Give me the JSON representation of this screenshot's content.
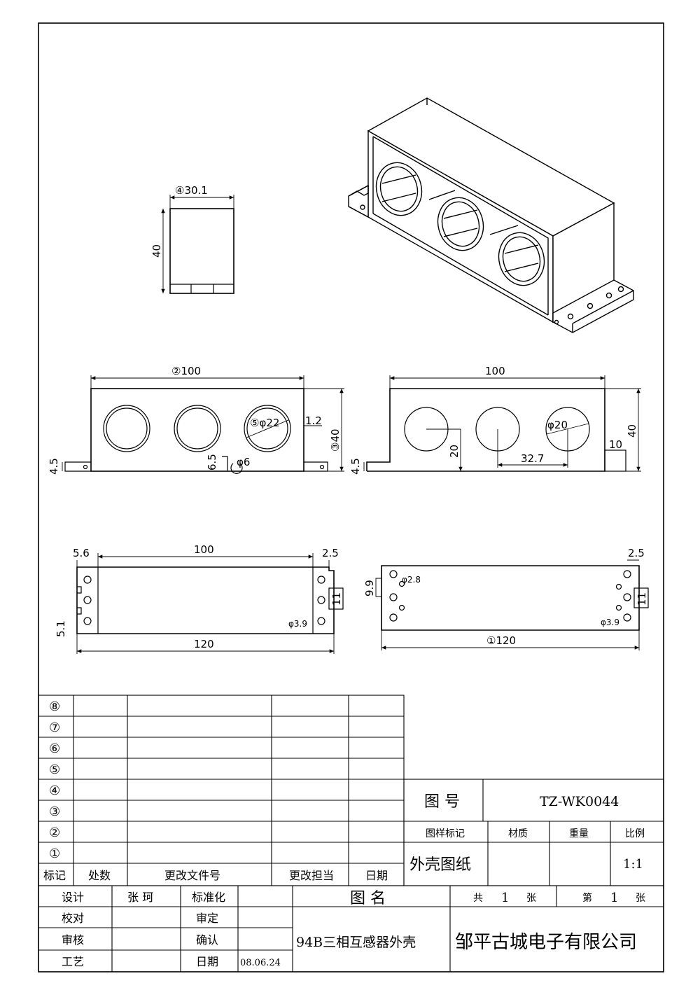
{
  "views": {
    "side": {
      "width": "④30.1",
      "height": "40"
    },
    "front": {
      "overall": "②100",
      "hole": "⑤φ22",
      "wall": "1.2",
      "height": "③40",
      "flange": "4.5",
      "tab": "6.5",
      "pin": "φ6"
    },
    "rear": {
      "overall": "100",
      "hole": "φ20",
      "hole_center_h": "20",
      "pitch": "32.7",
      "notch": "10",
      "height": "40",
      "flange": "4.5"
    },
    "bottom_left": {
      "inner": "100",
      "overall": "120",
      "edge": "5.6",
      "edge2": "2.5",
      "end": "5.1",
      "slot": "11",
      "hole": "φ3.9"
    },
    "bottom_right": {
      "overall": "①120",
      "edge": "2.5",
      "gap": "9.9",
      "small_hole": "φ2.8",
      "slot": "11",
      "hole": "φ3.9"
    }
  },
  "revision_table": {
    "rows": [
      "⑧",
      "⑦",
      "⑥",
      "⑤",
      "④",
      "③",
      "②",
      "①"
    ],
    "headers": [
      "标记",
      "处数",
      "更改文件号",
      "更改担当",
      "日期"
    ]
  },
  "title_block": {
    "drawing_no_label": "图  号",
    "drawing_no": "TZ-WK0044",
    "headers": [
      "图样标记",
      "材质",
      "重量",
      "比例"
    ],
    "drawing_type": "外壳图纸",
    "scale": "1:1",
    "design_label": "设计",
    "designer": "张 珂",
    "standard_label": "标准化",
    "check_label": "校对",
    "review_label": "审定",
    "audit_label": "审核",
    "confirm_label": "确认",
    "process_label": "工艺",
    "date_label": "日期",
    "date": "08.06.24",
    "name_label": "图  名",
    "name": "94B三相互感器外壳",
    "total_label_a": "共",
    "total": "1",
    "total_label_b": "张",
    "sheet_label_a": "第",
    "sheet": "1",
    "sheet_label_b": "张",
    "company": "邹平古城电子有限公司"
  }
}
